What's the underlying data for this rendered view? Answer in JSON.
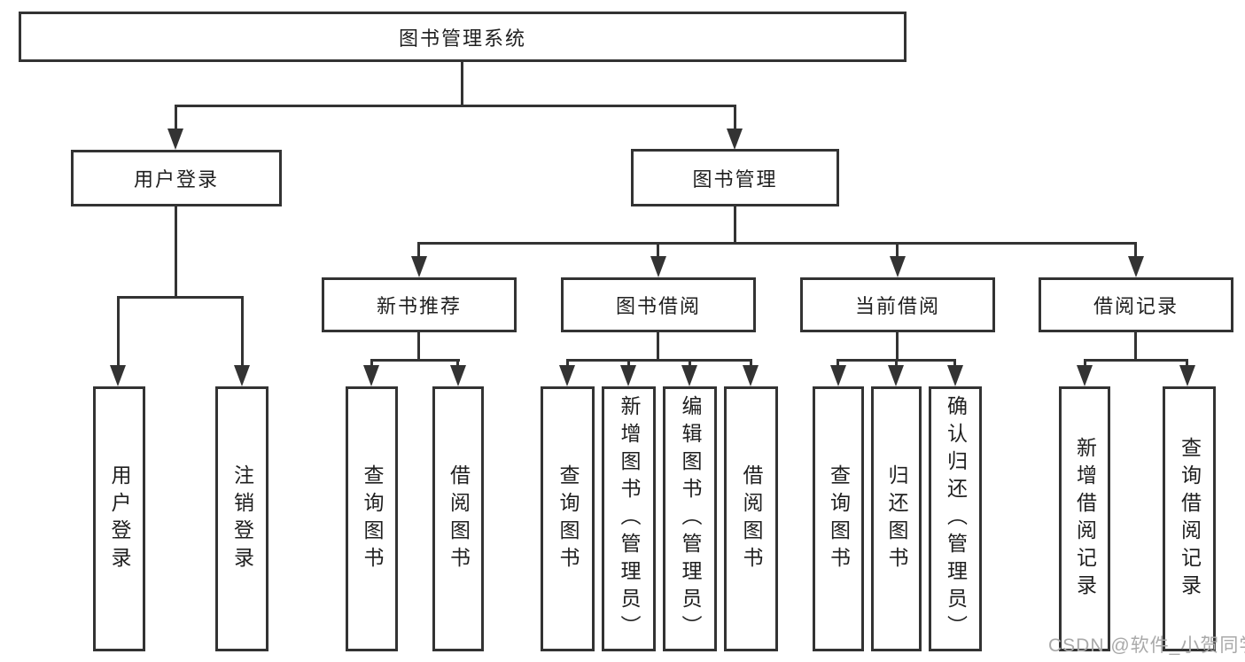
{
  "diagram": {
    "root": "图书管理系统",
    "level1": [
      "用户登录",
      "图书管理"
    ],
    "level2": [
      "新书推荐",
      "图书借阅",
      "当前借阅",
      "借阅记录"
    ],
    "groups": {
      "user_login": [
        "用户登录",
        "注销登录"
      ],
      "new_books": [
        "查询图书",
        "借阅图书"
      ],
      "book_borrow": [
        "查询图书",
        "新增图书（管理员）",
        "编辑图书（管理员）",
        "借阅图书"
      ],
      "current_borrow": [
        "查询图书",
        "归还图书",
        "确认归还（管理员）"
      ],
      "borrow_records": [
        "新增借阅记录",
        "查询借阅记录"
      ]
    }
  },
  "watermark": "CSDN @软件_小贺同学",
  "colors": {
    "line": "#333333",
    "text": "#1f1f1f",
    "background": "#ffffff",
    "watermark": "#a9a9a9"
  }
}
